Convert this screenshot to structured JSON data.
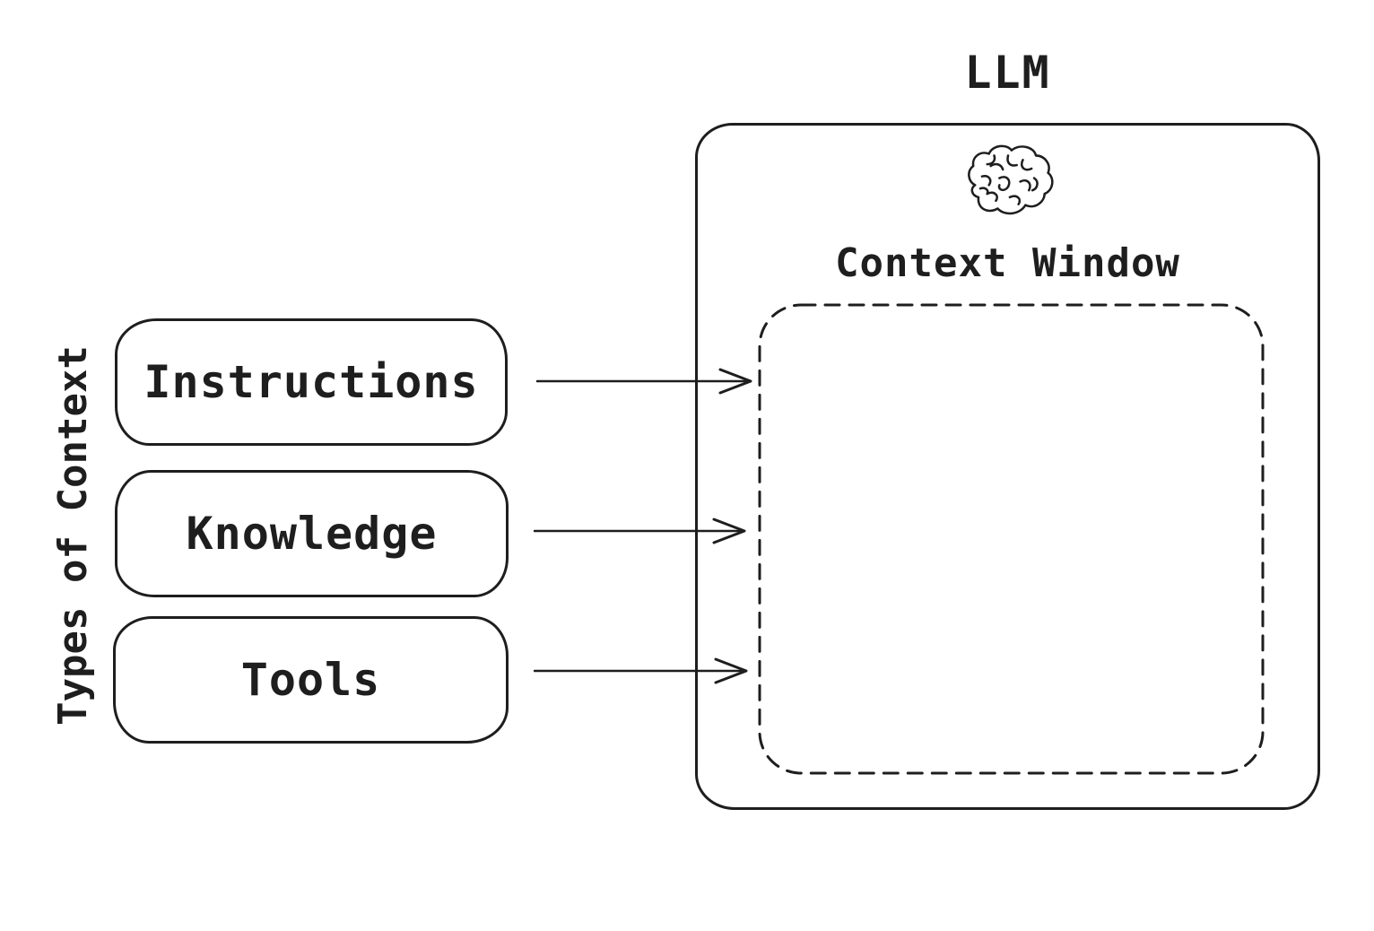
{
  "diagram": {
    "side_label": "Types of Context",
    "context_types": [
      {
        "label": "Instructions"
      },
      {
        "label": "Knowledge"
      },
      {
        "label": "Tools"
      }
    ],
    "llm": {
      "title": "LLM",
      "context_window_label": "Context Window"
    },
    "icons": {
      "brain": "brain-icon"
    },
    "colors": {
      "stroke": "#1e1e1e",
      "background": "#ffffff"
    }
  }
}
